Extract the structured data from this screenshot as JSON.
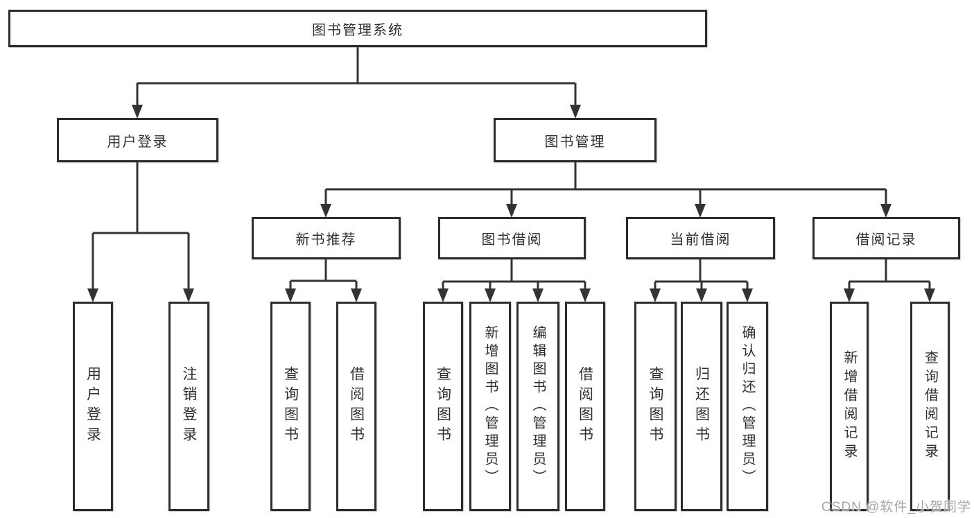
{
  "tree": {
    "root": "图书管理系统",
    "branches": [
      {
        "label": "用户登录",
        "children": [
          "用户登录",
          "注销登录"
        ]
      },
      {
        "label": "图书管理",
        "sections": [
          {
            "label": "新书推荐",
            "children": [
              "查询图书",
              "借阅图书"
            ]
          },
          {
            "label": "图书借阅",
            "children": [
              "查询图书",
              "新增图书（管理员）",
              "编辑图书（管理员）",
              "借阅图书"
            ]
          },
          {
            "label": "当前借阅",
            "children": [
              "查询图书",
              "归还图书",
              "确认归还（管理员）"
            ]
          },
          {
            "label": "借阅记录",
            "children": [
              "新增借阅记录",
              "查询借阅记录"
            ]
          }
        ]
      }
    ]
  },
  "watermark": {
    "text": "CSDN @软件_小贺同学",
    "color": "#a8a8a8"
  },
  "colors": {
    "line": "#333333",
    "box_border": "#2d2d2d",
    "text": "#2f2f2f",
    "background": "#ffffff"
  }
}
